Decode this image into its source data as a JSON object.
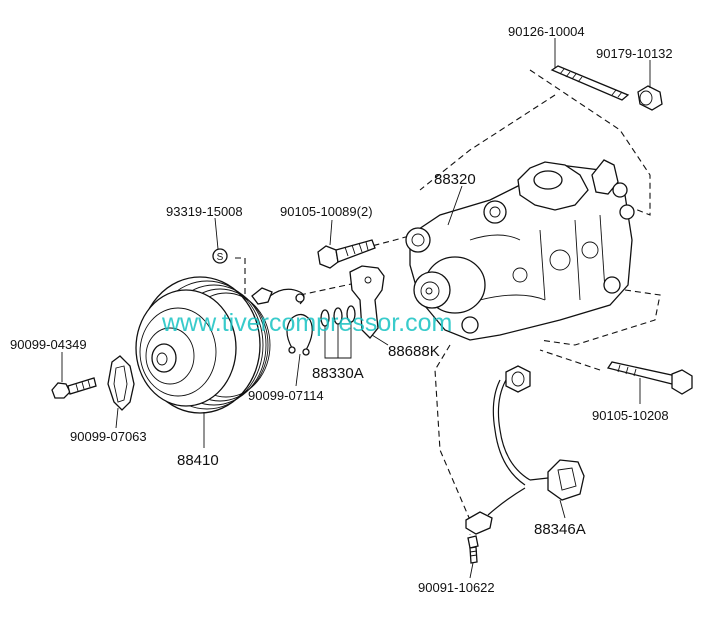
{
  "diagram": {
    "labels": {
      "bolt_top_long": "90126-10004",
      "nut_top": "90179-10132",
      "compressor": "88320",
      "screw_s": "93319-15008",
      "bolt_bracket": "90105-10089(2)",
      "bolt_left": "90099-04349",
      "bracket": "88688K",
      "shims": "88330A",
      "snap_ring": "90099-07114",
      "bolt_right": "90105-10208",
      "gasket": "90099-07063",
      "clutch_pulley": "88410",
      "wire_harness": "88346A",
      "screw_bottom": "90091-10622"
    },
    "screw_marker": "S",
    "watermark": "www.tivercompressor.com"
  }
}
